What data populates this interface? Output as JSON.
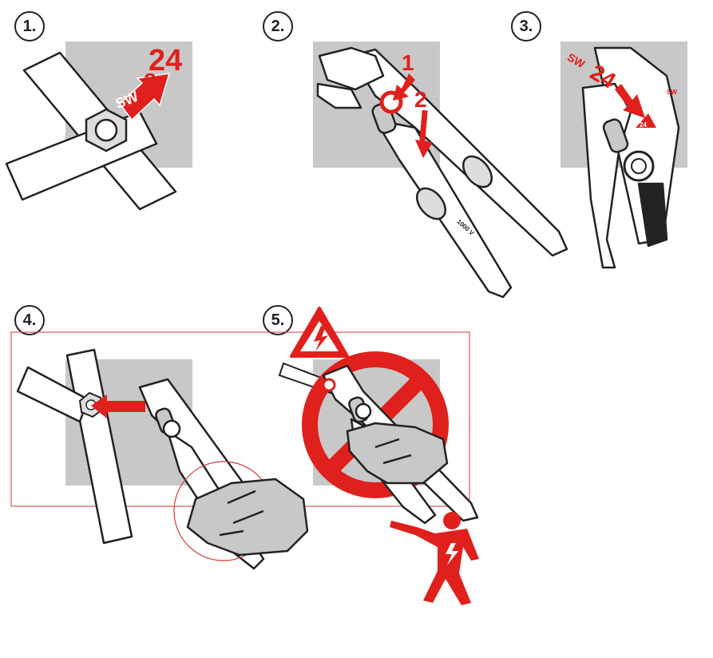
{
  "steps": [
    {
      "label": "1."
    },
    {
      "label": "2."
    },
    {
      "label": "3."
    },
    {
      "label": "4."
    },
    {
      "label": "5."
    }
  ],
  "step1": {
    "size_value": "24",
    "size_abbrev": "SW",
    "question_mark": "?"
  },
  "step2": {
    "arrow1_label": "1",
    "arrow2_label": "2",
    "handle_rating": "1000 V"
  },
  "step3": {
    "size_abbrev": "SW",
    "size_value": "24",
    "tag_value": "24",
    "jaw_mark": "SW"
  },
  "colors": {
    "accent_red": "#e0201c",
    "panel_gray": "#c8c8c8",
    "outline": "#222222"
  },
  "icons": [
    "hexagon-nut-icon",
    "arrow-icon",
    "pliers-wrench-icon",
    "hand-icon",
    "high-voltage-warning-icon",
    "prohibition-icon",
    "electrocuted-person-icon"
  ]
}
